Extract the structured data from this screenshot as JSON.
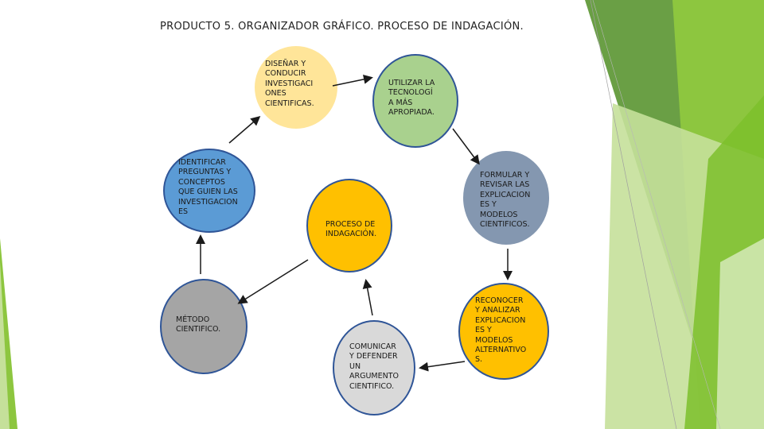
{
  "title": "PRODUCTO 5. ORGANIZADOR GRÁFICO. PROCESO DE INDAGACIÓN.",
  "nodes": {
    "disenar": "DISEÑAR Y\nCONDUCIR\nINVESTIGACI\nONES\nCIENTIFICAS.",
    "utilizar": "UTILIZAR LA\nTECNOLOGÍ\nA MÁS\nAPROPIADA.",
    "identificar": "IDENTIFICAR\nPREGUNTAS Y\nCONCEPTOS\nQUE GUIEN LAS\nINVESTIGACION\nES",
    "formular": "FORMULAR Y\nREVISAR LAS\nEXPLICACION\nES Y\nMODELOS\nCIENTIFICOS.",
    "proceso": "PROCESO DE\nINDAGACIÓN.",
    "metodo": "MÉTODO\nCIENTIFICO.",
    "reconocer": "RECONOCER\nY ANALIZAR\nEXPLICACION\nES Y\nMODELOS\nALTERNATIVO\nS.",
    "comunicar": "COMUNICAR\nY DEFENDER\nUN\nARGUMENTO\nCIENTIFICO."
  },
  "colors": {
    "disenar": "#ffe599",
    "utilizar": "#a9d18e",
    "identificar": "#5b9bd5",
    "formular": "#8497b0",
    "proceso": "#ffc000",
    "metodo": "#a5a5a5",
    "reconocer": "#ffc000",
    "comunicar": "#d9d9d9",
    "border": "#2f5597",
    "decor_green": "#8dc63f"
  }
}
